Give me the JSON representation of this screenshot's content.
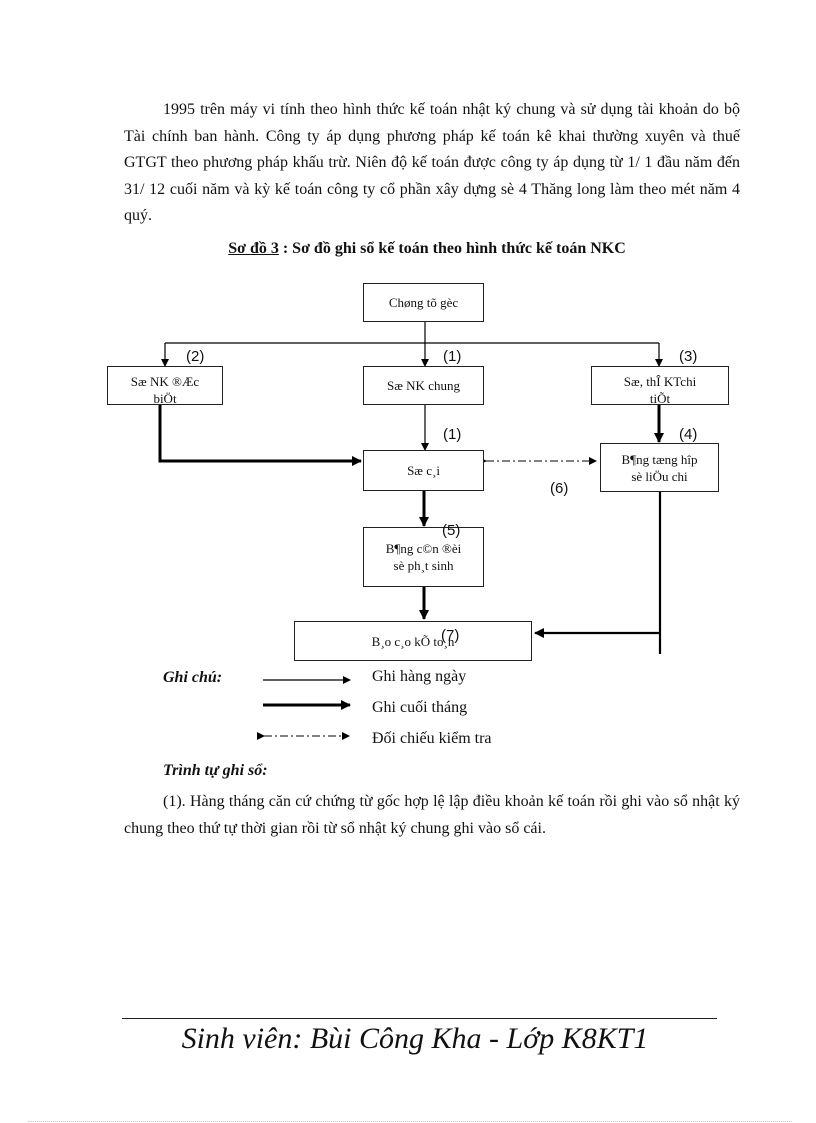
{
  "intro_paragraph": "1995 trên máy vi tính theo hình thức kế toán nhật ký chung và sử dụng tài khoản do bộ Tài chính ban hành. Công ty áp dụng phương pháp kế toán kê khai thường xuyên và thuế GTGT theo phương pháp khấu trừ. Niên độ kế toán được công ty áp dụng từ 1/ 1 đầu năm đến 31/ 12 cuối năm và kỳ kế toán công ty cổ phần xây dựng sè 4 Thăng long làm theo mét năm 4 quý.",
  "caption": {
    "label": "Sơ đồ 3",
    "text": " : Sơ đồ ghi sổ kế toán theo hình thức kế toán NKC"
  },
  "diagram": {
    "boxes": {
      "source": [
        "Chøng tõ gèc"
      ],
      "special_journal": [
        "Sæ NK ®Æc",
        "biÖt"
      ],
      "general_journal": [
        "Sæ NK chung"
      ],
      "detail_ledger": [
        "Sæ, thÎ KTchi",
        "tiÕt"
      ],
      "ledger": [
        "Sæ c¸i"
      ],
      "summary_table": [
        "B¶ng tæng hîp",
        "sè liÖu chi"
      ],
      "trial_balance": [
        "B¶ng c©n ®èi",
        "sè ph¸t sinh"
      ],
      "report": [
        "B¸o c¸o kÕ to¸n"
      ]
    },
    "step_numbers": {
      "n1_top": "(1)",
      "n2": "(2)",
      "n3": "(3)",
      "n1_mid": "(1)",
      "n4": "(4)",
      "n5": "(5)",
      "n6": "(6)",
      "n7": "(7)"
    }
  },
  "legend": {
    "title": "Ghi chú:",
    "daily": "Ghi hàng ngày",
    "month_end": "Ghi cuối tháng",
    "reconcile": "Đối chiếu kiểm tra"
  },
  "sequence": {
    "title": "Trình tự ghi sổ:",
    "step1": "(1). Hàng tháng căn cứ chứng từ gốc hợp lệ lập điều khoản kế toán rồi ghi vào sổ nhật ký chung theo thứ tự thời gian rồi từ sổ nhật ký chung ghi vào sổ cái."
  },
  "footer": "Sinh viên: Bùi Công Kha - Lớp K8KT1"
}
